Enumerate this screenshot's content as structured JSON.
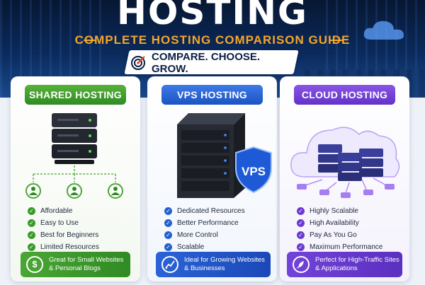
{
  "header": {
    "title": "HOSTING",
    "subtitle": "COMPLETE HOSTING COMPARISON GUIDE",
    "tagline": "COMPARE. CHOOSE. GROW."
  },
  "cards": [
    {
      "title": "SHARED HOSTING",
      "features": [
        "Affordable",
        "Easy to Use",
        "Best for Beginners",
        "Limited Resources"
      ],
      "footer_line1": "Great for Small Websites",
      "footer_line2": "& Personal Blogs",
      "footer_icon": "$",
      "accent": "#2f8b23"
    },
    {
      "title": "VPS HOSTING",
      "features": [
        "Dedicated Resources",
        "Better Performance",
        "More Control",
        "Scalable"
      ],
      "footer_line1": "Ideal for Growing Websites",
      "footer_line2": "& Businesses",
      "badge": "VPS",
      "accent": "#1c52c4"
    },
    {
      "title": "CLOUD HOSTING",
      "features": [
        "Highly Scalable",
        "High Availability",
        "Pay As You Go",
        "Maximum Performance"
      ],
      "footer_line1": "Perfect for High-Traffic Sites",
      "footer_line2": "& Applications",
      "accent": "#6231c8"
    }
  ],
  "icons": {
    "tagline": "target-icon",
    "card1_footer": "dollar-icon",
    "card2_footer": "growth-chart-icon",
    "card3_footer": "rocket-icon",
    "features": "checkmark-icon"
  }
}
